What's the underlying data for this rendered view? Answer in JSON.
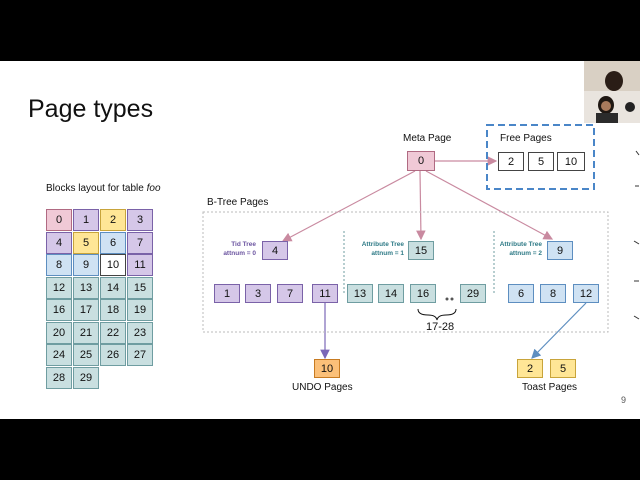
{
  "slide": {
    "title": "Page types",
    "page_number": "9",
    "blocks_title_prefix": "Blocks layout for table ",
    "blocks_title_table": "foo",
    "meta_label": "Meta Page",
    "meta_value": "0",
    "free_label": "Free Pages",
    "free_values": [
      "2",
      "5",
      "10"
    ],
    "btree_label": "B-Tree Pages",
    "tid_tree": {
      "line1": "Tid Tree",
      "line2": "attnum = 0",
      "root": "4"
    },
    "attr_tree1": {
      "line1": "Attribute Tree",
      "line2": "attnum = 1",
      "root": "15"
    },
    "attr_tree2": {
      "line1": "Attribute Tree",
      "line2": "attnum = 2",
      "root": "9"
    },
    "leaf_group1": [
      "1",
      "3",
      "7",
      "11"
    ],
    "leaf_group2": [
      "13",
      "14",
      "16",
      "29"
    ],
    "leaf_group3": [
      "6",
      "8",
      "12"
    ],
    "range_label": "17-28",
    "undo_value": "10",
    "undo_label": "UNDO Pages",
    "toast_values": [
      "2",
      "5"
    ],
    "toast_label": "Toast Pages",
    "grid_cells": [
      {
        "v": "0",
        "c": "pink"
      },
      {
        "v": "1",
        "c": "purple"
      },
      {
        "v": "2",
        "c": "yellow"
      },
      {
        "v": "3",
        "c": "purple"
      },
      {
        "v": "4",
        "c": "purple"
      },
      {
        "v": "5",
        "c": "yellow"
      },
      {
        "v": "6",
        "c": "blue"
      },
      {
        "v": "7",
        "c": "purple"
      },
      {
        "v": "8",
        "c": "blue"
      },
      {
        "v": "9",
        "c": "blue"
      },
      {
        "v": "10",
        "c": "white"
      },
      {
        "v": "11",
        "c": "purple"
      },
      {
        "v": "12",
        "c": "teal"
      },
      {
        "v": "13",
        "c": "teal"
      },
      {
        "v": "14",
        "c": "teal"
      },
      {
        "v": "15",
        "c": "teal"
      },
      {
        "v": "16",
        "c": "teal"
      },
      {
        "v": "17",
        "c": "teal"
      },
      {
        "v": "18",
        "c": "teal"
      },
      {
        "v": "19",
        "c": "teal"
      },
      {
        "v": "20",
        "c": "teal"
      },
      {
        "v": "21",
        "c": "teal"
      },
      {
        "v": "22",
        "c": "teal"
      },
      {
        "v": "23",
        "c": "teal"
      },
      {
        "v": "24",
        "c": "teal"
      },
      {
        "v": "25",
        "c": "teal"
      },
      {
        "v": "26",
        "c": "teal"
      },
      {
        "v": "27",
        "c": "teal"
      },
      {
        "v": "28",
        "c": "teal"
      },
      {
        "v": "29",
        "c": "teal"
      }
    ]
  },
  "colors": {
    "purple": "#d5c7e8",
    "blue": "#cfe2f3",
    "pink": "#f0c9d6",
    "yellow": "#ffe696",
    "orange": "#fbc079",
    "teal": "#c9dfe0",
    "free_border": "#4a86c8",
    "arrow_pink": "#c98aa0",
    "arrow_purple": "#7b67b8",
    "arrow_blue": "#5d8ec0",
    "tid_label": "#6b54a0",
    "attr_label": "#2e7a86"
  }
}
